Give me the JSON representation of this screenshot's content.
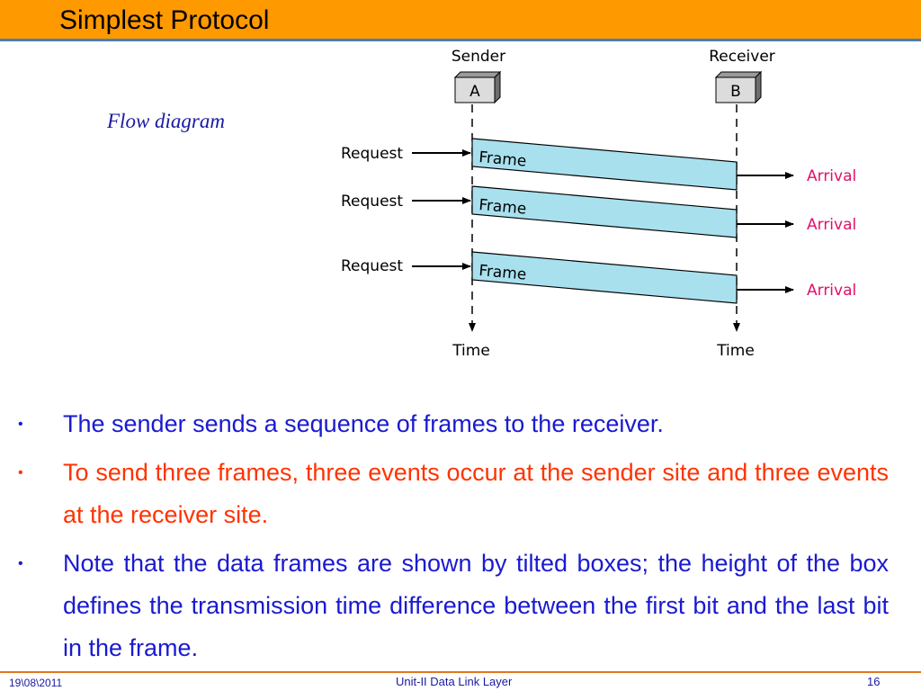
{
  "slide": {
    "title": "Simplest Protocol",
    "caption": "Flow diagram"
  },
  "diagram": {
    "sender_label": "Sender",
    "sender_box": "A",
    "receiver_label": "Receiver",
    "receiver_box": "B",
    "request_label": "Request",
    "frame_label": "Frame",
    "arrival_label": "Arrival",
    "time_label": "Time",
    "frame_count": 3,
    "frame_fill": "#a8e0ee",
    "arrival_color": "#e0106a"
  },
  "bullets": [
    {
      "text": "The sender sends a sequence of frames to the receiver.",
      "color": "#1a1ad0"
    },
    {
      "text": "To send three frames, three events occur at the sender site and three events at the receiver site.",
      "color": "#ff3300"
    },
    {
      "text": "Note that the data frames are shown by tilted boxes; the height of the box defines the transmission time difference between the first bit and the last bit in the frame.",
      "color": "#1a1ad0"
    }
  ],
  "footer": {
    "date": "19\\08\\2011",
    "center": "Unit-II Data Link Layer",
    "page": "16"
  }
}
